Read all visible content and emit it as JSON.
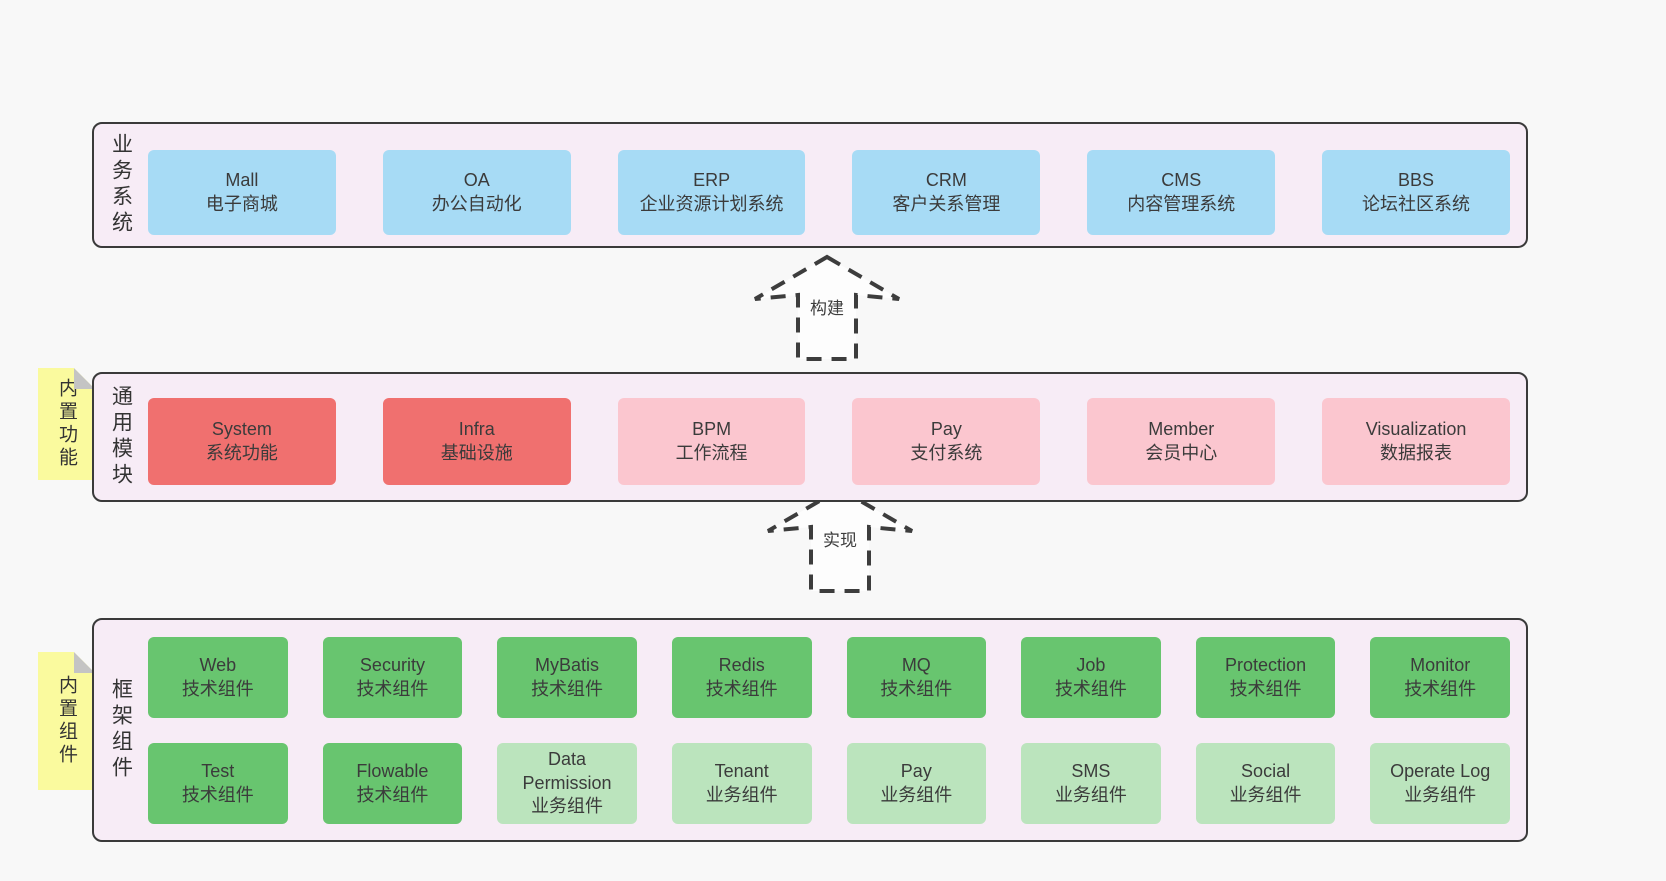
{
  "colors": {
    "page_bg": "#f8f8f8",
    "container_bg": "#f7ecf6",
    "container_border": "#3a3a3a",
    "blue_box": "#a7dbf5",
    "red_box": "#f0706f",
    "pink_box": "#fbc6cf",
    "green_box": "#68c56f",
    "light_green_box": "#bbe4bd",
    "yellow_tag": "#fafa9e",
    "text": "#3b3b3b"
  },
  "layers": {
    "business": {
      "label": "业务系统",
      "boxes": [
        {
          "en": "Mall",
          "zh": "电子商城"
        },
        {
          "en": "OA",
          "zh": "办公自动化"
        },
        {
          "en": "ERP",
          "zh": "企业资源计划系统"
        },
        {
          "en": "CRM",
          "zh": "客户关系管理"
        },
        {
          "en": "CMS",
          "zh": "内容管理系统"
        },
        {
          "en": "BBS",
          "zh": "论坛社区系统"
        }
      ]
    },
    "modules": {
      "label": "通用模块",
      "tag": "内置功能",
      "boxes": [
        {
          "en": "System",
          "zh": "系统功能"
        },
        {
          "en": "Infra",
          "zh": "基础设施"
        },
        {
          "en": "BPM",
          "zh": "工作流程"
        },
        {
          "en": "Pay",
          "zh": "支付系统"
        },
        {
          "en": "Member",
          "zh": "会员中心"
        },
        {
          "en": "Visualization",
          "zh": "数据报表"
        }
      ]
    },
    "components": {
      "label": "框架组件",
      "tag": "内置组件",
      "row1": [
        {
          "en": "Web",
          "zh": "技术组件"
        },
        {
          "en": "Security",
          "zh": "技术组件"
        },
        {
          "en": "MyBatis",
          "zh": "技术组件"
        },
        {
          "en": "Redis",
          "zh": "技术组件"
        },
        {
          "en": "MQ",
          "zh": "技术组件"
        },
        {
          "en": "Job",
          "zh": "技术组件"
        },
        {
          "en": "Protection",
          "zh": "技术组件"
        },
        {
          "en": "Monitor",
          "zh": "技术组件"
        }
      ],
      "row2": [
        {
          "en": "Test",
          "zh": "技术组件"
        },
        {
          "en": "Flowable",
          "zh": "技术组件"
        },
        {
          "en": "Data Permission",
          "zh": "业务组件"
        },
        {
          "en": "Tenant",
          "zh": "业务组件"
        },
        {
          "en": "Pay",
          "zh": "业务组件"
        },
        {
          "en": "SMS",
          "zh": "业务组件"
        },
        {
          "en": "Social",
          "zh": "业务组件"
        },
        {
          "en": "Operate Log",
          "zh": "业务组件"
        }
      ]
    }
  },
  "arrows": [
    {
      "label": "构建"
    },
    {
      "label": "实现"
    }
  ]
}
